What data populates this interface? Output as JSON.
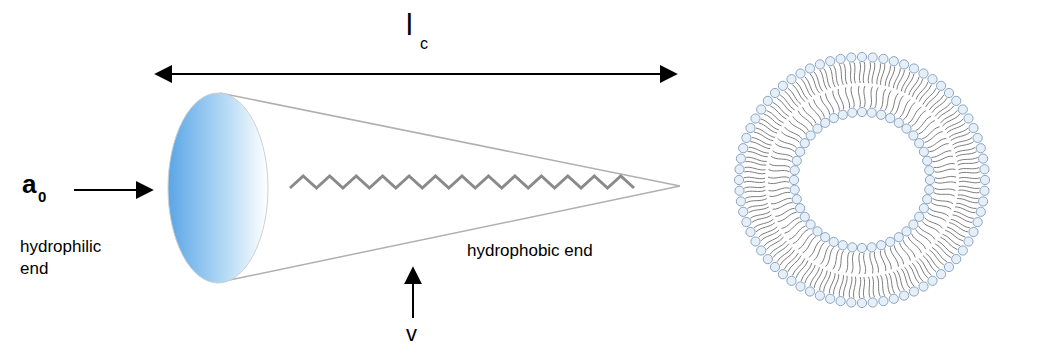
{
  "diagram": {
    "labels": [
      "l",
      "c",
      "a",
      "0",
      "hydrophilic end",
      "hydrophobic end",
      "v"
    ]
  }
}
